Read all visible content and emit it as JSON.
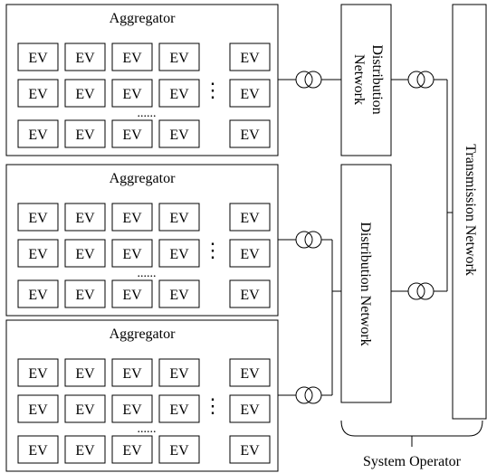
{
  "aggregator_label": "Aggregator",
  "ev_label": "EV",
  "h_ellipsis": "......",
  "v_ellipsis": "⋮",
  "distribution_label_top": [
    "Distribution",
    "Network"
  ],
  "distribution_label_bottom": "Distribution Network",
  "transmission_label": "Transmission Network",
  "system_operator_label": "System Operator",
  "colors": {
    "stroke": "#000000",
    "background": "#ffffff"
  }
}
